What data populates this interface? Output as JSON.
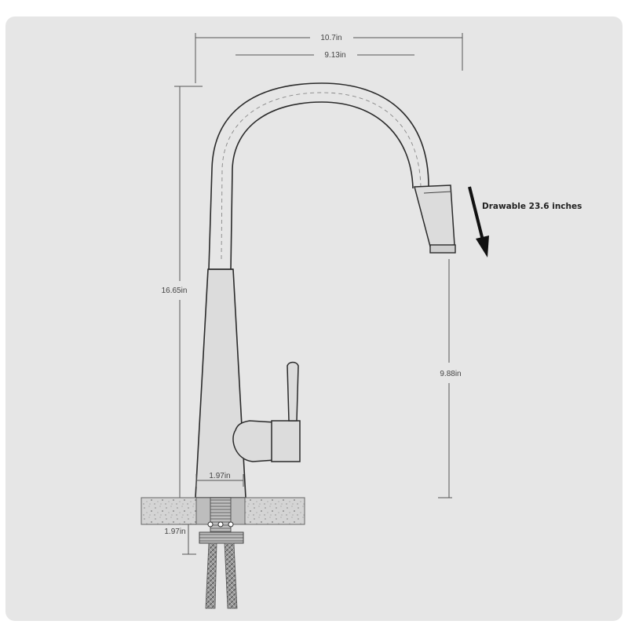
{
  "colors": {
    "background": "#e6e6e6",
    "faucet_fill": "#dcdcdc",
    "outline": "#2a2a2a",
    "dimension_line": "#555555",
    "countertop": "#d4d4d4",
    "hose": "#8a8a8a"
  },
  "dimensions": {
    "overall_width": "10.7in",
    "reach": "9.13in",
    "overall_height": "16.65in",
    "spout_height": "9.88in",
    "base_diameter": "1.97in",
    "shank_length": "1.97in"
  },
  "note": {
    "pull_down": "Drawable  23.6 inches"
  },
  "icons": {
    "pull_arrow": "down-arrow-icon"
  }
}
